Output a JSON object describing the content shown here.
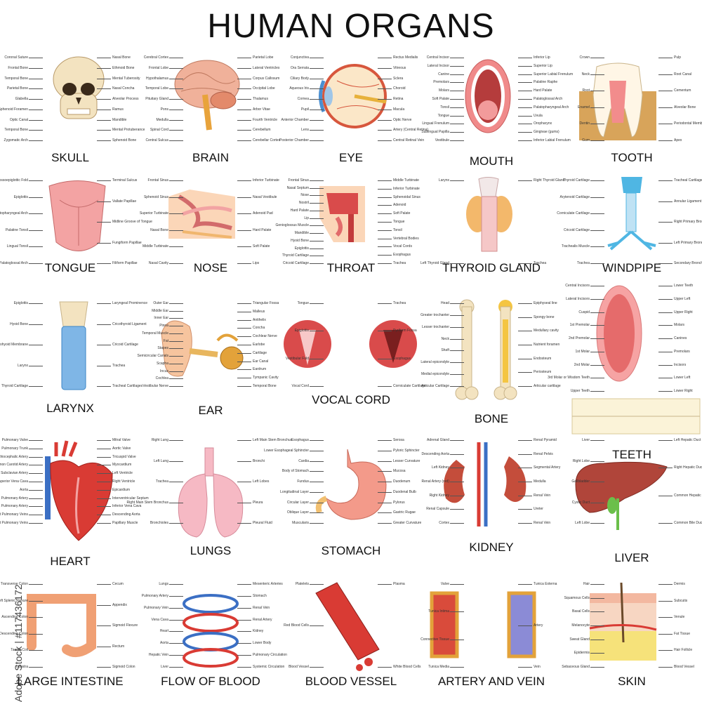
{
  "title": "HUMAN ORGANS",
  "watermark": "Adobe Stock | #117436172",
  "colors": {
    "bone": "#f3e3c0",
    "flesh": "#f2a7a0",
    "red": "#d93b34",
    "blue": "#4a8fd1",
    "pink": "#f6b9c4",
    "tan": "#d8a45a"
  },
  "organs": [
    {
      "id": "skull",
      "caption": "SKULL",
      "labels": [
        "Coronal Suture",
        "Frontal Bone",
        "Temporal Bone",
        "Parietal Bone",
        "Glabella",
        "Sphenoid Foramen",
        "Optic Canal",
        "Temporal Bone",
        "Zygomatic Arch",
        "Nasal Bone",
        "Ethmoid Bone",
        "Mental Tuberosity",
        "Nasal Concha",
        "Alveolar Process",
        "Ramus",
        "Mandible",
        "Mental Protuberance",
        "Sphenoid Bone"
      ]
    },
    {
      "id": "brain",
      "caption": "BRAIN",
      "labels": [
        "Cerebral Cortex",
        "Frontal Lobe",
        "Hypothalamus",
        "Temporal Lobe",
        "Pituitary Gland",
        "Pons",
        "Medulla",
        "Spinal Cord",
        "Central Sulcus",
        "Parietal Lobe",
        "Lateral Ventricles",
        "Corpus Callosum",
        "Occipital Lobe",
        "Thalamus",
        "Arbor Vitae",
        "Fourth Ventricle",
        "Cerebellum",
        "Cerebellar Cortex"
      ]
    },
    {
      "id": "eye",
      "caption": "EYE",
      "labels": [
        "Conjunctiva",
        "Ora Serrata",
        "Ciliary Body",
        "Aqueous Iris",
        "Cornea",
        "Pupil",
        "Anterior Chamber",
        "Lens",
        "Posterior Chamber",
        "Rectus Medialis",
        "Vitreous",
        "Sclera",
        "Choroid",
        "Retina",
        "Macula",
        "Optic Nerve",
        "Artery (Central Retina)",
        "Central Retinal Vein"
      ]
    },
    {
      "id": "mouth",
      "caption": "MOUTH",
      "labels": [
        "Central Incisor",
        "Lateral Incisor",
        "Canine",
        "Premolars",
        "Molars",
        "Soft Palate",
        "Tonsil",
        "Tongue",
        "Lingual Frenulum",
        "Sublingual Papilla",
        "Vestibule",
        "Inferior Lip",
        "Superior Lip",
        "Superior Labial Frenulum",
        "Palatine Raphe",
        "Hard Palate",
        "Palatoglossal Arch",
        "Palatopharyngeal Arch",
        "Uvula",
        "Oropharynx",
        "Gingivae (gums)",
        "Inferior Labial Frenulum"
      ]
    },
    {
      "id": "tooth",
      "caption": "TOOTH",
      "labels": [
        "Crown",
        "Neck",
        "Root",
        "Enamel",
        "Dentin",
        "Gum",
        "Pulp",
        "Root Canal",
        "Cementum",
        "Alveolar Bone",
        "Periodontal Membrane",
        "Apex"
      ]
    },
    {
      "id": "tongue",
      "caption": "TONGUE",
      "labels": [
        "Median Glossoepiglottic Fold",
        "Epiglottis",
        "Palatopharyngeal Arch",
        "Palatine Tonsil",
        "Lingual Tonsil",
        "Palatoglossal Arch",
        "Terminal Sulcus",
        "Vallate Papillae",
        "Midline Groove of Tongue",
        "Fungiform Papillae",
        "Filiform Papillae"
      ]
    },
    {
      "id": "nose",
      "caption": "NOSE",
      "labels": [
        "Frontal Sinus",
        "Sphenoid Sinus",
        "Superior Turbinate",
        "Nasal Bone",
        "Middle Turbinate",
        "Nasal Cavity",
        "Inferior Turbinate",
        "Nasal Vestibule",
        "Adenoid Pad",
        "Hard Palate",
        "Soft Palate",
        "Lips"
      ]
    },
    {
      "id": "throat",
      "caption": "THROAT",
      "labels": [
        "Frontal Sinus",
        "Nasal Septum",
        "Nose",
        "Nostril",
        "Hard Palate",
        "Lip",
        "Genioglossus Muscle",
        "Mandible",
        "Hyoid Bone",
        "Epiglottis",
        "Thyroid Cartilage",
        "Cricoid Cartilage",
        "Middle Turbinate",
        "Inferior Turbinate",
        "Sphenoidal Sinus",
        "Adenoid",
        "Soft Palate",
        "Tongue",
        "Tonsil",
        "Vertebral Bodies",
        "Vocal Cords",
        "Esophagus",
        "Trachea"
      ]
    },
    {
      "id": "thyroid",
      "caption": "THYROID GLAND",
      "labels": [
        "Larynx",
        "Left Thyroid Gland",
        "Right Thyroid Gland",
        "Trachea"
      ]
    },
    {
      "id": "windpipe",
      "caption": "WINDPIPE",
      "labels": [
        "Thyroid Cartilage",
        "Arytenoid Cartilage",
        "Corniculate Cartilage",
        "Cricoid Cartilage",
        "Trachealis Muscle",
        "Trachea",
        "Tracheal Cartilage",
        "Annular Ligament",
        "Right Primary Bronchus",
        "Left Primary Bronchus",
        "Secondary Bronchi"
      ]
    },
    {
      "id": "larynx",
      "caption": "LARYNX",
      "labels": [
        "Epiglottis",
        "Hyoid Bone",
        "Thyrohyoid Membrane",
        "Larynx",
        "Thyroid Cartilage",
        "Laryngeal Prominence",
        "Cricothyroid Ligament",
        "Cricoid Cartilage",
        "Trachea",
        "Tracheal Cartilages"
      ]
    },
    {
      "id": "ear",
      "caption": "EAR",
      "labels": [
        "Outer Ear",
        "Middle Ear",
        "Inner Ear",
        "Pinna",
        "Temporal Muscle",
        "Fat",
        "Stapes",
        "Semicircular Canals",
        "Scapha",
        "Incus",
        "Cochlea",
        "Vestibular Nerve",
        "Triangular Fossa",
        "Malleus",
        "Antihelix",
        "Concha",
        "Cochlear Nerve",
        "Earlobe",
        "Cartilage",
        "Ear Canal",
        "Eardrum",
        "Tympanic Cavity",
        "Temporal Bone"
      ]
    },
    {
      "id": "vocal",
      "caption": "VOCAL CORD",
      "labels": [
        "Tongue",
        "Epiglottis",
        "Vestibular Fold",
        "Vocal Cord",
        "Trachea",
        "Pyriform Fossa",
        "Esophagus",
        "Corniculate Cartilage"
      ]
    },
    {
      "id": "bone",
      "caption": "BONE",
      "labels": [
        "Head",
        "Greater trochanter",
        "Lesser trochanter",
        "Neck",
        "Shaft",
        "Lateral epicondyle",
        "Medial epicondyle",
        "Articular Cartilage",
        "Epiphyseal line",
        "Spongy bone",
        "Medullary cavity",
        "Nutrient foramen",
        "Endosteum",
        "Periosteum",
        "Articular cartilage"
      ]
    },
    {
      "id": "teeth",
      "caption": "TEETH",
      "labels": [
        "Central Incisors",
        "Lateral Incisors",
        "Cuspid",
        "1st Premolar",
        "2nd Premolar",
        "1st Molar",
        "2nd Molar",
        "3rd Molar or Wisdom Teeth",
        "Upper Teeth",
        "Lower Teeth",
        "Upper Left",
        "Upper Right",
        "Molars",
        "Canines",
        "Premolars",
        "Incisors",
        "Lower Left",
        "Lower Right"
      ]
    },
    {
      "id": "heart",
      "caption": "HEART",
      "labels": [
        "Pulmonary Valve",
        "Pulmonary Trunk",
        "Brachiocephalic Artery",
        "Left Common Carotid Artery",
        "Left Subclavian Artery",
        "Superior Vena Cava",
        "Aorta",
        "Right Pulmonary Artery",
        "Left Pulmonary Artery",
        "Right Pulmonary Veins",
        "Left Pulmonary Veins",
        "Mitral Valve",
        "Aortic Valve",
        "Tricuspid Valve",
        "Myocardium",
        "Left Ventricle",
        "Right Ventricle",
        "Epicardium",
        "Interventricular Septum",
        "Inferior Vena Cava",
        "Descending Aorta",
        "Papillary Muscle"
      ]
    },
    {
      "id": "lungs",
      "caption": "LUNGS",
      "labels": [
        "Right Lung",
        "Left Lung",
        "Trachea",
        "Right Main Stem Bronchus",
        "Bronchioles",
        "Left Main Stem Bronchus",
        "Bronchi",
        "Left Lobes",
        "Pleura",
        "Pleural Fluid"
      ]
    },
    {
      "id": "stomach",
      "caption": "STOMACH",
      "labels": [
        "Esophagus",
        "Lower Esophageal Sphincter",
        "Cardia",
        "Body of Stomach",
        "Fundus",
        "Longitudinal Layer",
        "Circular Layer",
        "Oblique Layer",
        "Muscularis",
        "Serosa",
        "Pyloric Sphincter",
        "Lesser Curvature",
        "Mucosa",
        "Duodenum",
        "Duodenal Bulb",
        "Pylorus",
        "Gastric Rugae",
        "Greater Curvature"
      ]
    },
    {
      "id": "kidney",
      "caption": "KIDNEY",
      "labels": [
        "Adrenal Gland",
        "Descending Aorta",
        "Left Kidney",
        "Renal Artery (red)",
        "Right Kidney",
        "Renal Capsule",
        "Cortex",
        "Renal Pyramid",
        "Renal Pelvis",
        "Segmental Artery",
        "Medulla",
        "Renal Vein",
        "Ureter",
        "Renal Vein"
      ]
    },
    {
      "id": "liver",
      "caption": "LIVER",
      "labels": [
        "Liver",
        "Right Lobe",
        "Gallbladder",
        "Cystic Duct",
        "Left Lobe",
        "Left Hepatic Duct",
        "Right Hepatic Duct",
        "Common Hepatic Duct",
        "Common Bile Duct"
      ]
    },
    {
      "id": "intestine",
      "caption": "LARGE INTESTINE",
      "labels": [
        "Transverse Colon",
        "Left Splenic Flexure",
        "Ascending Colon",
        "Descending Colon",
        "Taenia Coli",
        "Haustra",
        "Cecum",
        "Appendix",
        "Sigmoid Flexure",
        "Rectum",
        "Sigmoid Colon"
      ]
    },
    {
      "id": "blood",
      "caption": "FLOW OF BLOOD",
      "labels": [
        "Lungs",
        "Pulmonary Artery",
        "Pulmonary Vein",
        "Vena Cava",
        "Heart",
        "Aorta",
        "Hepatic Vein",
        "Liver",
        "Mesenteric Arteries",
        "Stomach",
        "Renal Vein",
        "Renal Artery",
        "Kidney",
        "Lower Body",
        "Pulmonary Circulation",
        "Systemic Circulation"
      ]
    },
    {
      "id": "vessel",
      "caption": "BLOOD VESSEL",
      "labels": [
        "Platelets",
        "Red Blood Cells",
        "Blood Vessel",
        "Plasma",
        "White Blood Cells"
      ]
    },
    {
      "id": "artery",
      "caption": "ARTERY AND VEIN",
      "labels": [
        "Valve",
        "Tunica Intima",
        "Connective Tissue",
        "Tunica Media",
        "Tunica Externa",
        "Artery",
        "Vein"
      ]
    },
    {
      "id": "skin",
      "caption": "SKIN",
      "labels": [
        "Hair",
        "Squamous Cells",
        "Basal Cells",
        "Melanocyte",
        "Sweat Gland",
        "Epidermis",
        "Sebaceous Gland",
        "Dermis",
        "Subcutis",
        "Venule",
        "Fat Tissue",
        "Hair Follicle",
        "Blood Vessel"
      ]
    }
  ]
}
